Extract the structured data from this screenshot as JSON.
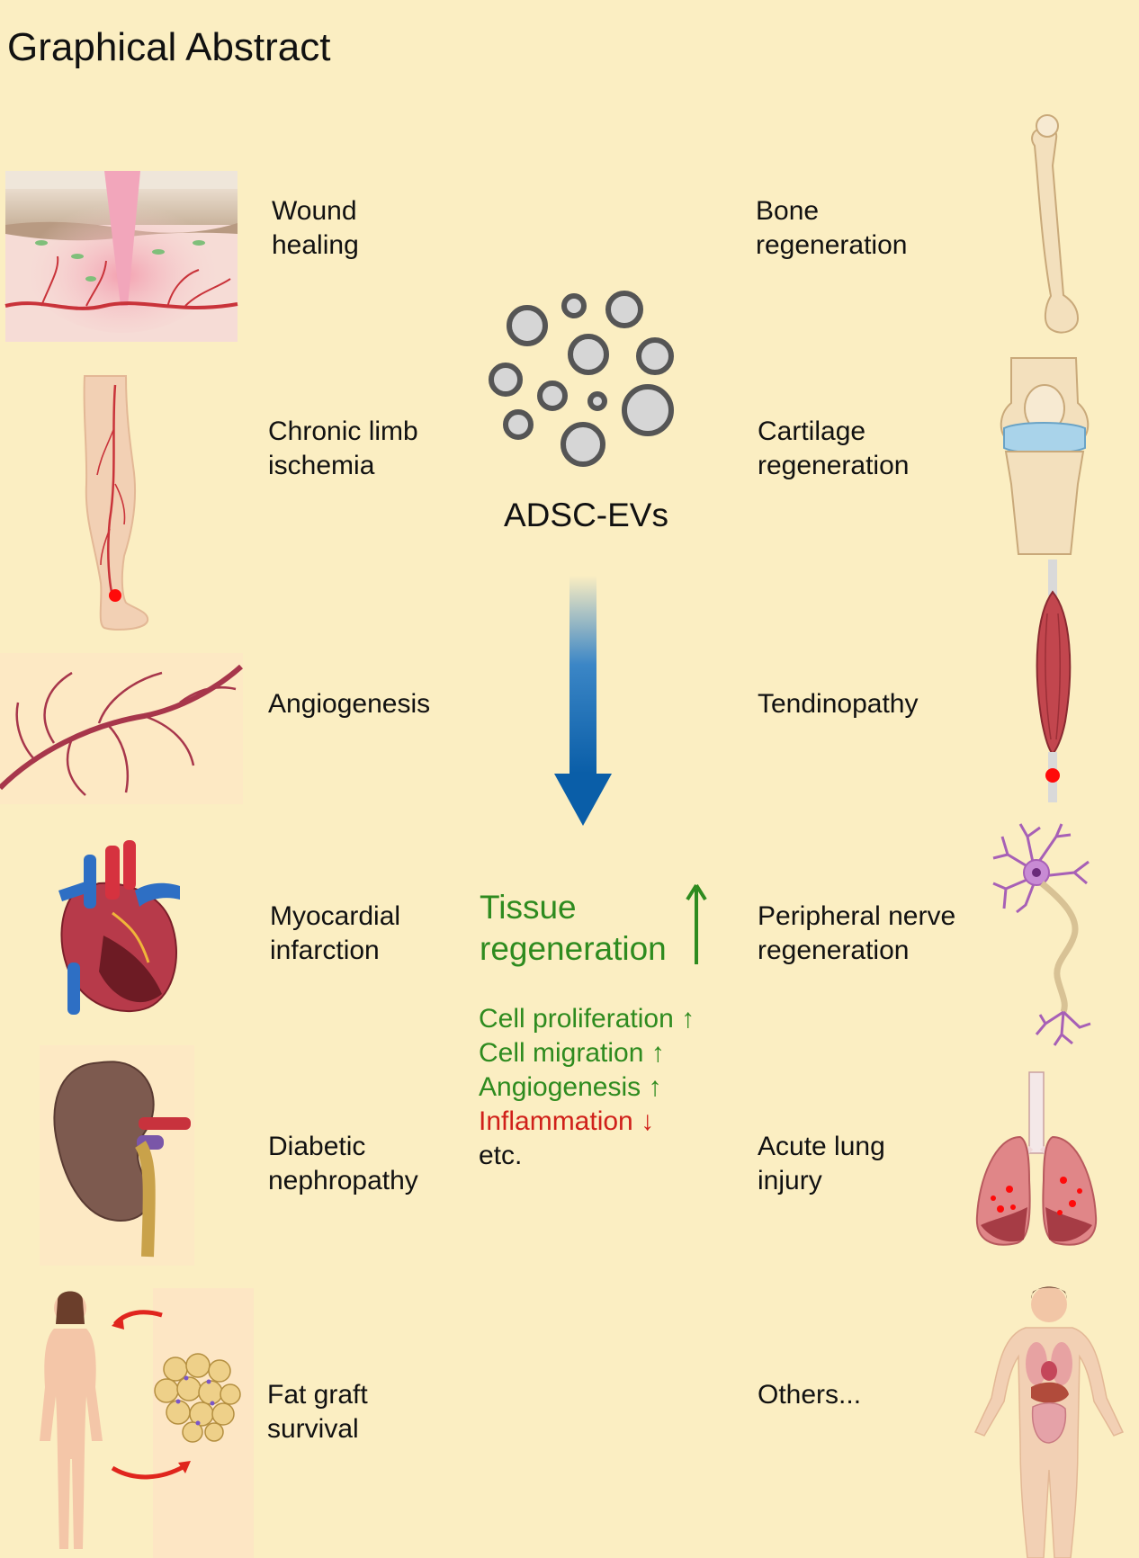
{
  "title": "Graphical Abstract",
  "center": {
    "evs_label": "ADSC-EVs",
    "tissue_line1": "Tissue",
    "tissue_line2": "regeneration",
    "tissue_arrow": "↑",
    "effects": [
      {
        "text": "Cell proliferation",
        "arrow": "↑",
        "color": "#2e8b1f"
      },
      {
        "text": "Cell migration",
        "arrow": "↑",
        "color": "#2e8b1f"
      },
      {
        "text": "Angiogenesis",
        "arrow": "↑",
        "color": "#2e8b1f"
      },
      {
        "text": "Inflammation",
        "arrow": "↓",
        "color": "#d0201a"
      },
      {
        "text": "etc.",
        "arrow": "",
        "color": "#111111"
      }
    ]
  },
  "left_items": [
    {
      "line1": "Wound",
      "line2": "healing",
      "icon": "skin-wound-icon"
    },
    {
      "line1": "Chronic limb",
      "line2": "ischemia",
      "icon": "leg-icon"
    },
    {
      "line1": "Angiogenesis",
      "line2": "",
      "icon": "blood-vessel-icon"
    },
    {
      "line1": "Myocardial",
      "line2": "infarction",
      "icon": "heart-icon"
    },
    {
      "line1": "Diabetic",
      "line2": "nephropathy",
      "icon": "kidney-icon"
    },
    {
      "line1": "Fat graft",
      "line2": "survival",
      "icon": "fat-graft-icon"
    }
  ],
  "right_items": [
    {
      "line1": "Bone",
      "line2": "regeneration",
      "icon": "bone-icon"
    },
    {
      "line1": "Cartilage",
      "line2": "regeneration",
      "icon": "knee-icon"
    },
    {
      "line1": "Tendinopathy",
      "line2": "",
      "icon": "muscle-tendon-icon"
    },
    {
      "line1": "Peripheral nerve",
      "line2": "regeneration",
      "icon": "neuron-icon"
    },
    {
      "line1": "Acute lung",
      "line2": "injury",
      "icon": "lungs-icon"
    },
    {
      "line1": "Others...",
      "line2": "",
      "icon": "human-body-icon"
    }
  ],
  "colors": {
    "background": "#fbeec2",
    "green": "#2e8b1f",
    "red": "#d0201a",
    "arrow_blue": "#0a5ea8"
  }
}
